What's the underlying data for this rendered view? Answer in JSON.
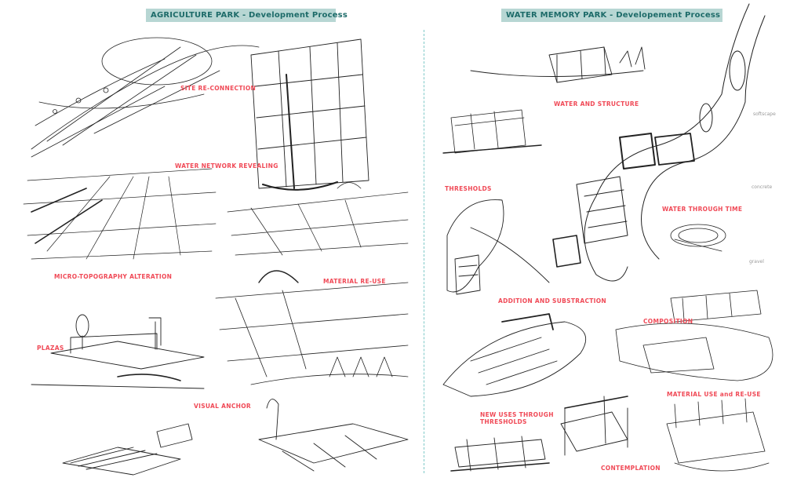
{
  "headers": {
    "left": "AGRICULTURE PARK - Development Process",
    "right": "WATER MEMORY PARK - Developement Process"
  },
  "agriculture_labels": {
    "site_reconnection": "SITE RE-CONNECTION",
    "water_network": "WATER NETWORK REVEALING",
    "micro_topography": "MICRO-TOPOGRAPHY ALTERATION",
    "material_reuse": "MATERIAL RE-USE",
    "plazas": "PLAZAS",
    "visual_anchor": "VISUAL ANCHOR"
  },
  "water_labels": {
    "water_structure": "WATER AND STRUCTURE",
    "thresholds": "THRESHOLDS",
    "water_through_time": "WATER THROUGH TIME",
    "addition_substraction": "ADDITION AND SUBSTRACTION",
    "composition": "COMPOSITION",
    "material_use_reuse": "MATERIAL USE and RE-USE",
    "new_uses_line1": "NEW USES THROUGH",
    "new_uses_line2": "THRESHOLDS",
    "contemplation": "CONTEMPLATION"
  },
  "notes": {
    "softscape": "softscape",
    "concrete": "concrete",
    "gravel": "gravel"
  }
}
